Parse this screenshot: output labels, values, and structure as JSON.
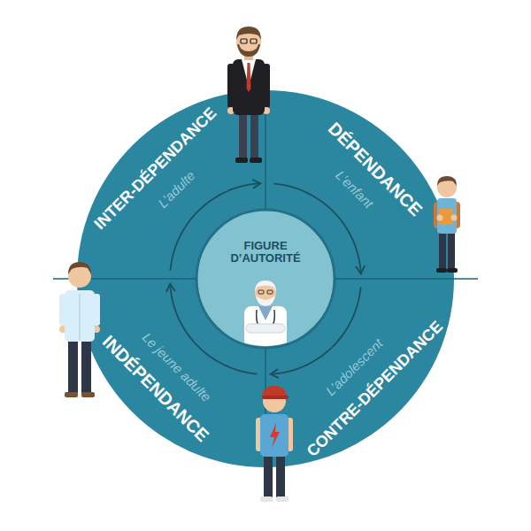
{
  "diagram": {
    "nodes": [
      {
        "text": [
          "INTER-DÉPENDANCE",
          "L’adulte"
        ]
      },
      {
        "text": [
          "DÉPENDANCE",
          "L’enfant"
        ]
      },
      {
        "text": [
          "CONTRE-DÉPENDANCE",
          "L’adolescent"
        ]
      },
      {
        "text": [
          "INDÉPENDANCE",
          "Le jeune adulte"
        ]
      },
      {
        "text": [
          "FIGURE D’AUTORITÉ"
        ]
      }
    ],
    "edges": [
      {
        "from": 0,
        "to": 1,
        "arrow": "to"
      },
      {
        "from": 1,
        "to": 2,
        "arrow": "to"
      },
      {
        "from": 2,
        "to": 3,
        "arrow": "to"
      },
      {
        "from": 3,
        "to": 0,
        "arrow": "to"
      }
    ]
  }
}
